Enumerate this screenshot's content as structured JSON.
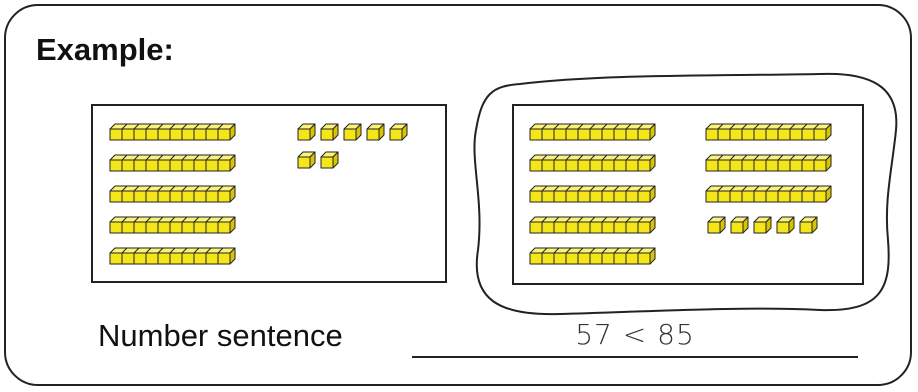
{
  "heading": "Example:",
  "left_group": {
    "ten_rods": 5,
    "unit_cubes": 7,
    "value": 57
  },
  "right_group": {
    "ten_rods": 8,
    "unit_cubes": 5,
    "value": 85,
    "circled": true
  },
  "number_sentence": {
    "label": "Number sentence",
    "answer": "57 < 85"
  },
  "colors": {
    "block_fill": "#f5e61a",
    "block_top": "#fbf27a",
    "block_side": "#d9c400",
    "outline": "#222222"
  }
}
